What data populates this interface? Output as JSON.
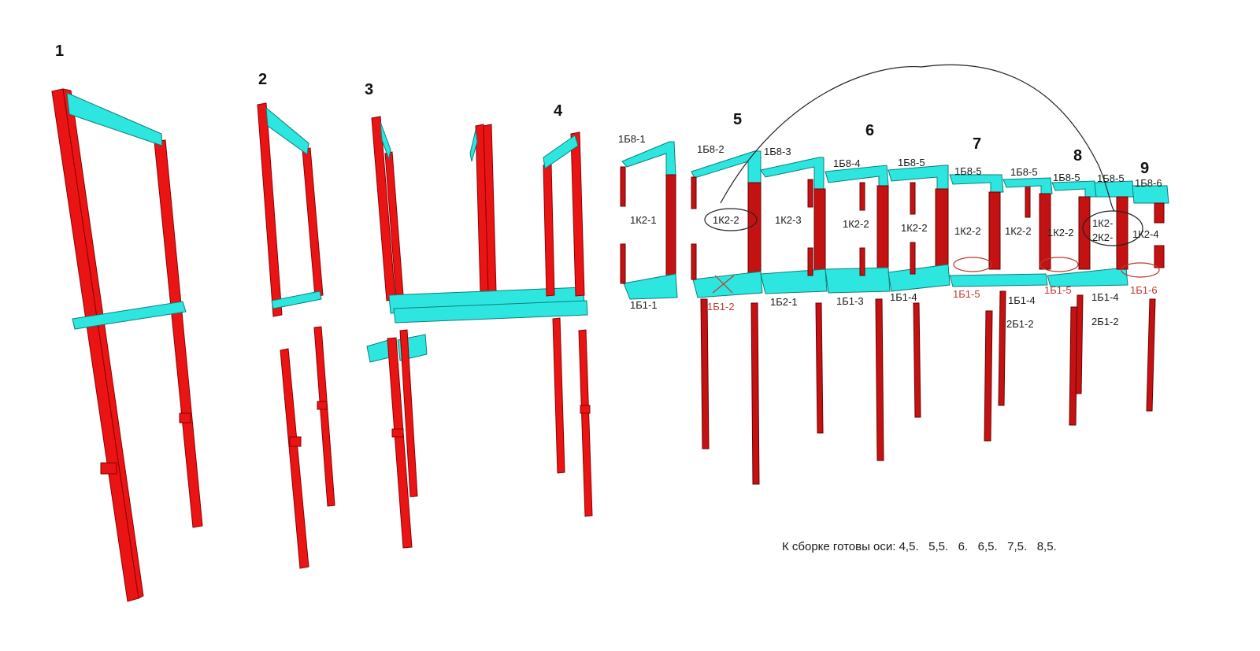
{
  "axes": [
    {
      "n": "1"
    },
    {
      "n": "2"
    },
    {
      "n": "3"
    },
    {
      "n": "4"
    },
    {
      "n": "5"
    },
    {
      "n": "6"
    },
    {
      "n": "7"
    },
    {
      "n": "8"
    },
    {
      "n": "9"
    }
  ],
  "beam_labels_top": [
    "1Б8-1",
    "1Б8-2",
    "1Б8-3",
    "1Б8-4",
    "1Б8-5",
    "1Б8-5",
    "1Б8-5",
    "1Б8-5",
    "1Б8-5",
    "1Б8-6"
  ],
  "column_labels": [
    "1К2-1",
    "1К2-2",
    "1К2-3",
    "1К2-2",
    "1К2-2",
    "1К2-2",
    "1К2-2",
    "1К2-2",
    "1К2-",
    "2К2-",
    "1К2-4"
  ],
  "beam_labels_bottom": [
    "1Б1-1",
    "1Б1-2",
    "1Б2-1",
    "1Б1-3",
    "1Б1-4",
    "1Б1-5",
    "1Б1-4",
    "2Б1-2",
    "1Б1-5",
    "1Б1-4",
    "2Б1-2",
    "1Б1-6"
  ],
  "status_text": "К сборке готовы оси: 4,5.   5,5.   6.   6,5.   7,5.   8,5.",
  "colors": {
    "column": "#ea1414",
    "beam": "#2ee6e0",
    "note": "#c0392b"
  }
}
